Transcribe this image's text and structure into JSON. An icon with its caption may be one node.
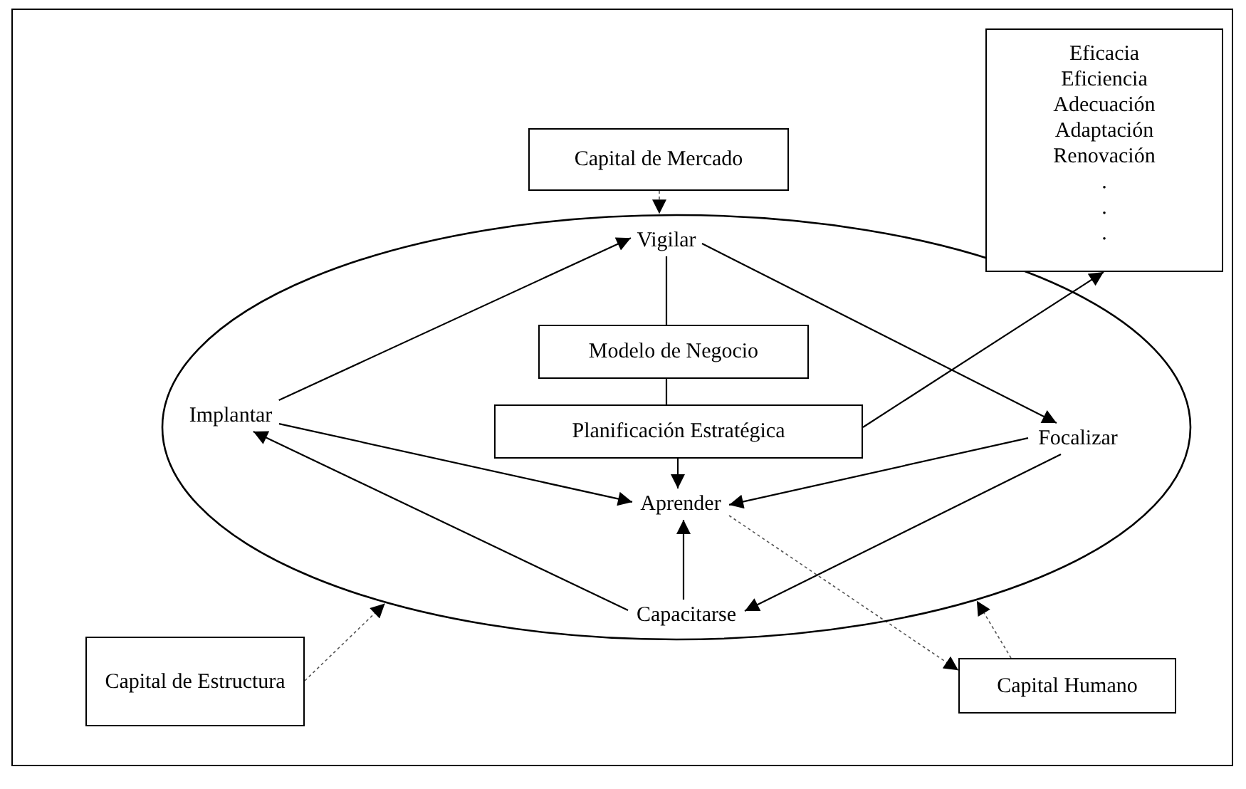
{
  "diagram": {
    "nodes": [
      {
        "text": [
          "Capital de Mercado"
        ]
      },
      {
        "text": [
          "Eficacia",
          "Eficiencia",
          "Adecuación",
          "Adaptación",
          "Renovación",
          ".",
          ".",
          "."
        ]
      },
      {
        "text": [],
        "shape": "ellipse"
      },
      {
        "text": [
          "Vigilar"
        ],
        "in": 2
      },
      {
        "text": [
          "Modelo de Negocio"
        ],
        "in": 2
      },
      {
        "text": [
          "Implantar"
        ],
        "in": 2
      },
      {
        "text": [
          "Planificación Estratégica"
        ],
        "in": 2
      },
      {
        "text": [
          "Focalizar"
        ],
        "in": 2
      },
      {
        "text": [
          "Aprender"
        ],
        "in": 2
      },
      {
        "text": [
          "Capacitarse"
        ],
        "in": 2
      },
      {
        "text": [
          "Capital de Estructura"
        ]
      },
      {
        "text": [
          "Capital Humano"
        ]
      }
    ],
    "edges": [
      {
        "from": 0,
        "to": 2,
        "arrow": "to",
        "style": "dashed"
      },
      {
        "from": 5,
        "to": 3,
        "arrow": "to"
      },
      {
        "from": 3,
        "to": 4,
        "arrow": "none"
      },
      {
        "from": 4,
        "to": 6,
        "arrow": "none"
      },
      {
        "from": 3,
        "to": 7,
        "arrow": "to"
      },
      {
        "from": 6,
        "to": 1,
        "arrow": "to"
      },
      {
        "from": 6,
        "to": 8,
        "arrow": "to"
      },
      {
        "from": 5,
        "to": 8,
        "arrow": "to"
      },
      {
        "from": 7,
        "to": 8,
        "arrow": "to"
      },
      {
        "from": 7,
        "to": 9,
        "arrow": "to"
      },
      {
        "from": 9,
        "to": 8,
        "arrow": "to"
      },
      {
        "from": 9,
        "to": 5,
        "arrow": "to"
      },
      {
        "from": 8,
        "to": 11,
        "arrow": "to",
        "style": "dashed"
      },
      {
        "from": 10,
        "to": 2,
        "arrow": "to",
        "style": "dashed"
      },
      {
        "from": 11,
        "to": 2,
        "arrow": "to",
        "style": "dashed"
      }
    ]
  }
}
